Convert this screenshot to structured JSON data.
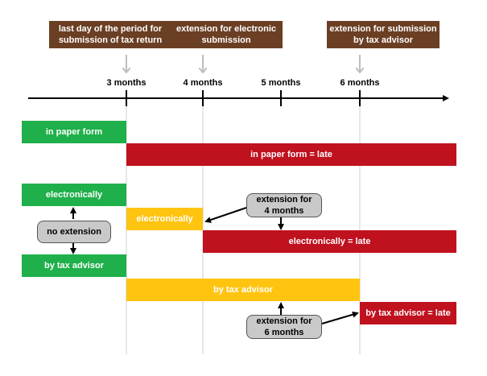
{
  "callouts": {
    "period": "last day of the period  for\nsubmission of tax return",
    "electronic": "extension for electronic\nsubmission",
    "advisor": "extension for submission\nby tax advisor"
  },
  "timeline": {
    "ticks": [
      "3 months",
      "4 months",
      "5 months",
      "6 months"
    ]
  },
  "bars": {
    "paper": "in paper form",
    "paper_late": "in paper form = late",
    "electronic": "electronically",
    "electronic_ext": "electronically",
    "electronic_late": "electronically = late",
    "advisor": "by tax advisor",
    "advisor_ext": "by tax advisor",
    "advisor_late": "by tax advisor = late"
  },
  "labels": {
    "no_extension": "no extension",
    "ext4": "extension for\n4 months",
    "ext6": "extension for\n6 months"
  },
  "colors": {
    "callout": "#6b3f24",
    "green": "#1fb04b",
    "red": "#c0111f",
    "yellow": "#ffc410",
    "pill": "#c9c9c9"
  }
}
